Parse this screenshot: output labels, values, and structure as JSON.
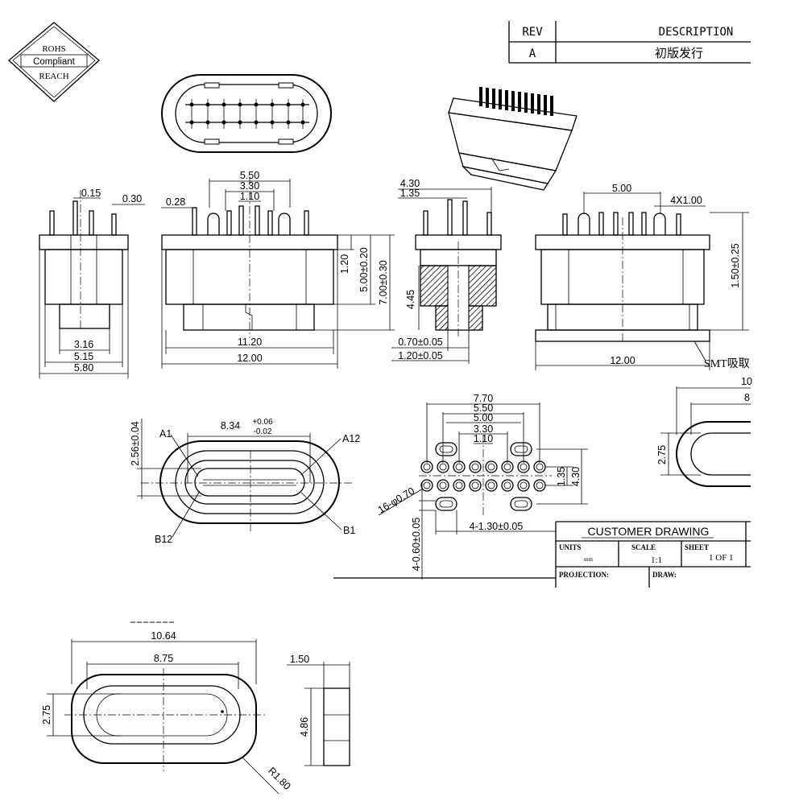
{
  "logo": {
    "line1": "ROHS",
    "line2": "Compliant",
    "line3": "REACH"
  },
  "rev_table": {
    "rev_header": "REV",
    "desc_header": "DESCRIPTION",
    "rev": "A",
    "desc": "初版发行"
  },
  "side_view": {
    "d_015": "0.15",
    "d_030": "0.30",
    "d_316": "3.16",
    "d_515": "5.15",
    "d_580": "5.80"
  },
  "front_view": {
    "d_550": "5.50",
    "d_330": "3.30",
    "d_110": "1.10",
    "d_028": "0.28",
    "d_120": "1.20",
    "d_500": "5.00±0.20",
    "d_700": "7.00±0.30",
    "d_1120": "11.20",
    "d_1200": "12.00"
  },
  "section_view": {
    "d_430": "4.30",
    "d_135": "1.35",
    "d_445": "4.45",
    "d_070": "0.70±0.05",
    "d_120": "1.20±0.05"
  },
  "rear_view": {
    "d_500": "5.00",
    "d_4x": "4X1.00",
    "d_150": "1.50±0.25",
    "d_1200": "12.00",
    "smt": "SMT吸取"
  },
  "face_view": {
    "d_834": "8.34",
    "tol_up": "+0.06",
    "tol_dn": "-0.02",
    "d_256": "2.56±0.04",
    "a1": "A1",
    "a12": "A12",
    "b12": "B12",
    "b1": "B1"
  },
  "pcb_layout": {
    "d_770": "7.70",
    "d_550": "5.50",
    "d_500": "5.00",
    "d_330": "3.30",
    "d_110": "1.10",
    "d_135": "1.35",
    "d_430": "4.30",
    "d_16": "16-φ0.70",
    "d_4130": "4-1.30±0.05",
    "d_4060": "4-0.60±0.05"
  },
  "partial_view": {
    "d_10": "10",
    "d_8": "8",
    "d_275": "2.75"
  },
  "title_block": {
    "title": "CUSTOMER DRAWING",
    "units": "UNITS",
    "units_val": "mm",
    "scale": "SCALE",
    "scale_val": "1:1",
    "sheet": "SHEET",
    "sheet_val": "1 OF 1",
    "projection": "PROJECTION:",
    "draw": "DRAW:"
  },
  "seal_view": {
    "d_1064": "10.64",
    "d_875": "8.75",
    "d_275": "2.75",
    "d_150": "1.50",
    "d_486": "4.86",
    "d_r": "R1.80"
  }
}
